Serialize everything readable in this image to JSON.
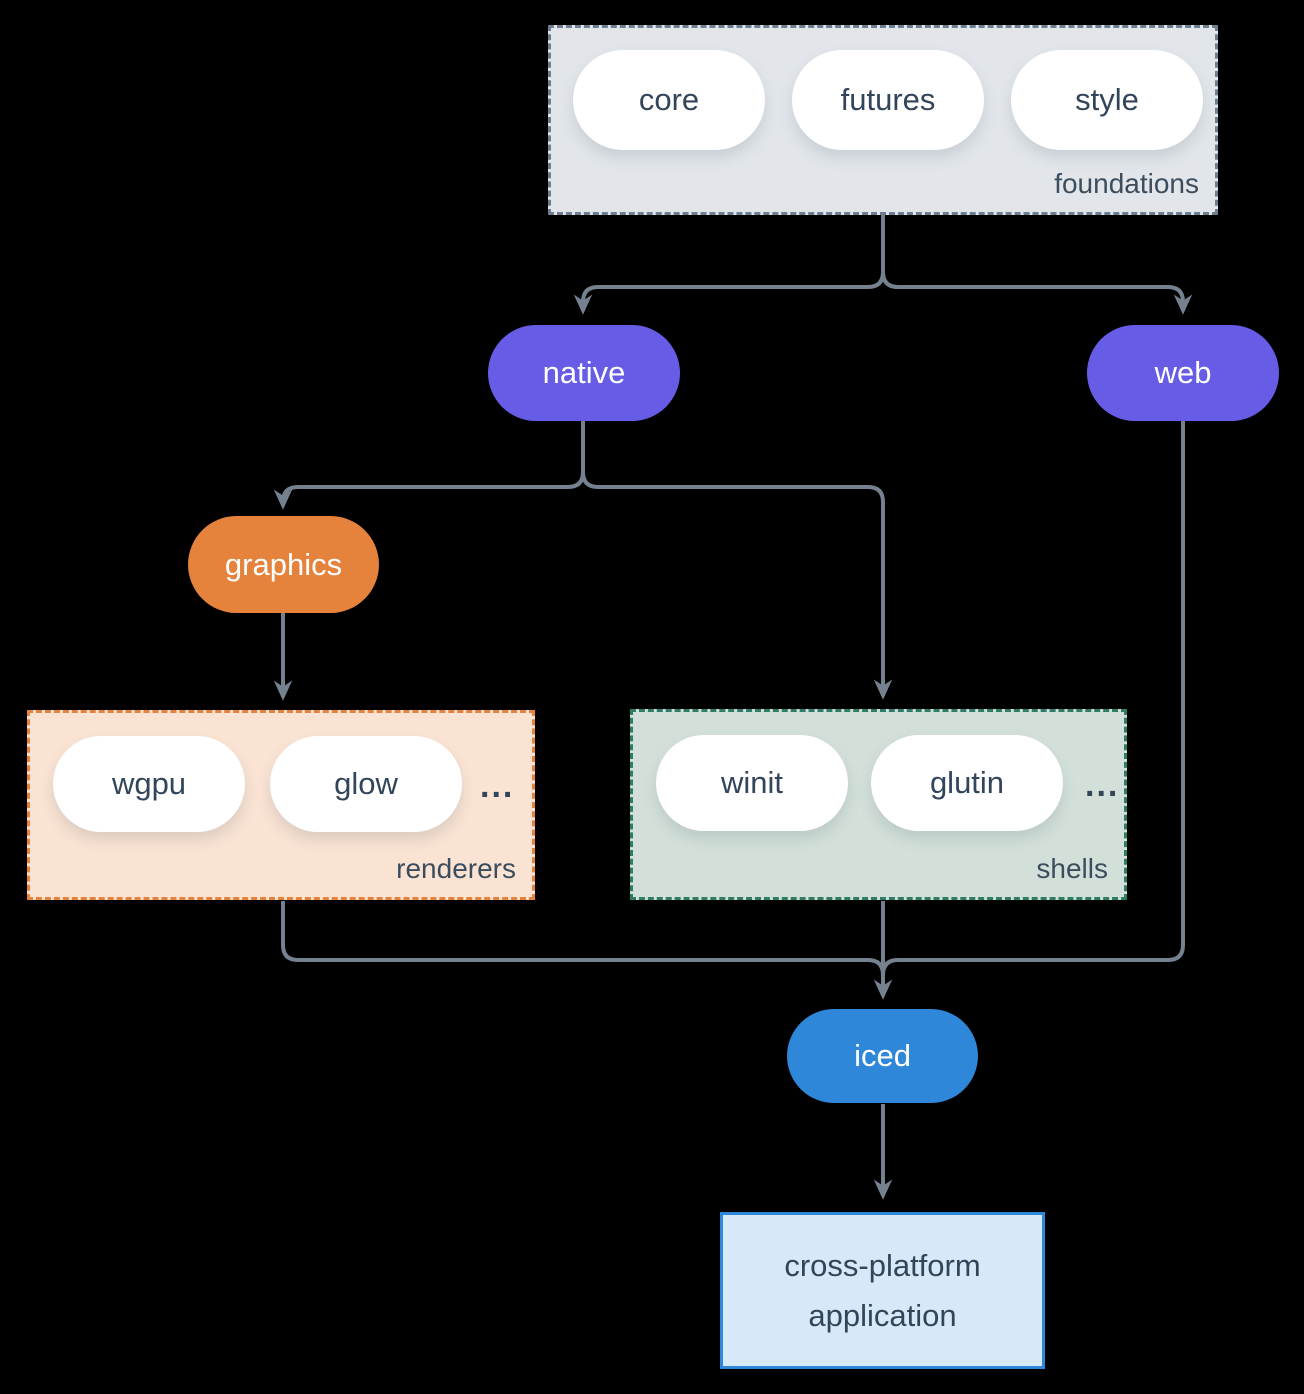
{
  "colors": {
    "bg": "#000000",
    "arrow": "#75818F",
    "purple": "#675CE6",
    "orange": "#E5823B",
    "blue": "#2E87D8",
    "white_pill": "#FFFFFF",
    "dark_text": "#32455A",
    "label_text": "#3C4D5E",
    "foundations_bg": "#E2E6EA",
    "foundations_border": "#6E7E8E",
    "renderers_bg": "#FAE3D3",
    "renderers_border": "#E5823B",
    "shells_bg": "#D3E0D9",
    "shells_border": "#2F7C68",
    "app_bg": "#D7E8F8",
    "app_border": "#2E87D8"
  },
  "groups": {
    "foundations": {
      "label": "foundations",
      "pills": [
        "core",
        "futures",
        "style"
      ]
    },
    "renderers": {
      "label": "renderers",
      "pills": [
        "wgpu",
        "glow"
      ],
      "ellipsis": "..."
    },
    "shells": {
      "label": "shells",
      "pills": [
        "winit",
        "glutin"
      ],
      "ellipsis": "..."
    }
  },
  "nodes": {
    "native": {
      "label": "native"
    },
    "web": {
      "label": "web"
    },
    "graphics": {
      "label": "graphics"
    },
    "iced": {
      "label": "iced"
    }
  },
  "app": {
    "line1": "cross-platform",
    "line2": "application"
  }
}
